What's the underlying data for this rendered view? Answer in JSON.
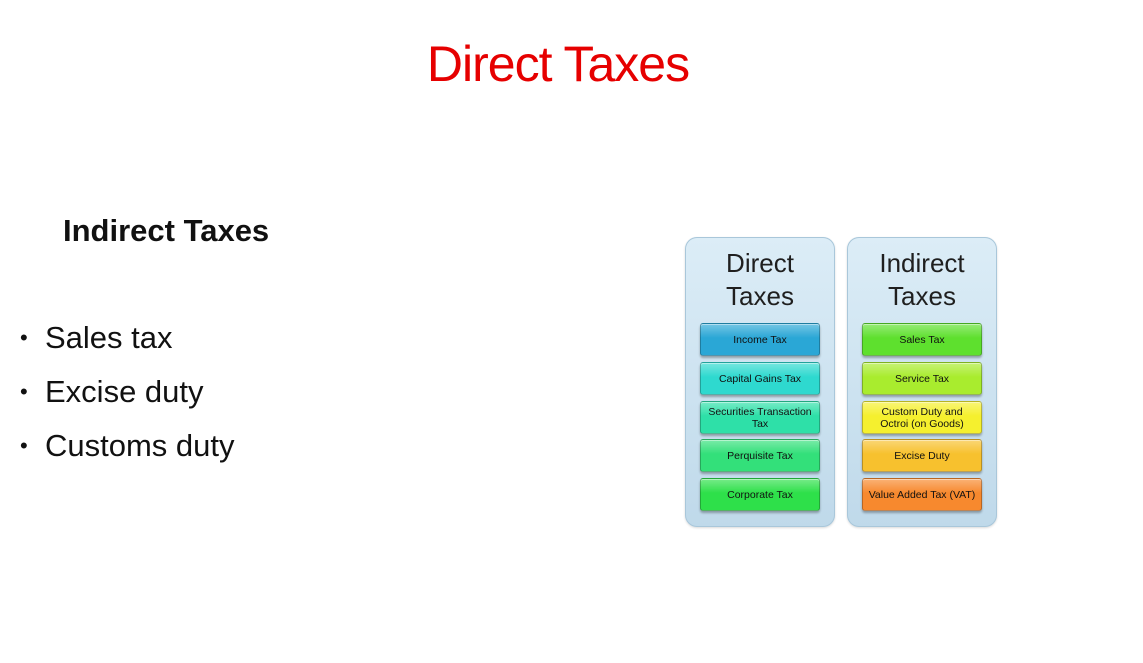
{
  "slide": {
    "title": "Direct Taxes",
    "subheading": "Indirect Taxes",
    "bullets": [
      "Sales tax",
      "Excise duty",
      "Customs duty"
    ],
    "title_color": "#e60000"
  },
  "diagram": {
    "columns": [
      {
        "header": "Direct\nTaxes",
        "items": [
          {
            "label": "Income Tax",
            "color": "#2aa7d6"
          },
          {
            "label": "Capital Gains Tax",
            "color": "#2ed9cf"
          },
          {
            "label": "Securities Transaction Tax",
            "color": "#2ee0a8"
          },
          {
            "label": "Perquisite Tax",
            "color": "#33e07a"
          },
          {
            "label": "Corporate Tax",
            "color": "#2ee04a"
          }
        ]
      },
      {
        "header": "Indirect\nTaxes",
        "items": [
          {
            "label": "Sales Tax",
            "color": "#5ee02e"
          },
          {
            "label": "Service Tax",
            "color": "#a9ec2e"
          },
          {
            "label": "Custom Duty and Octroi (on Goods)",
            "color": "#f5f02e"
          },
          {
            "label": "Excise Duty",
            "color": "#f7c12e"
          },
          {
            "label": "Value Added Tax (VAT)",
            "color": "#f7892e"
          }
        ]
      }
    ]
  }
}
